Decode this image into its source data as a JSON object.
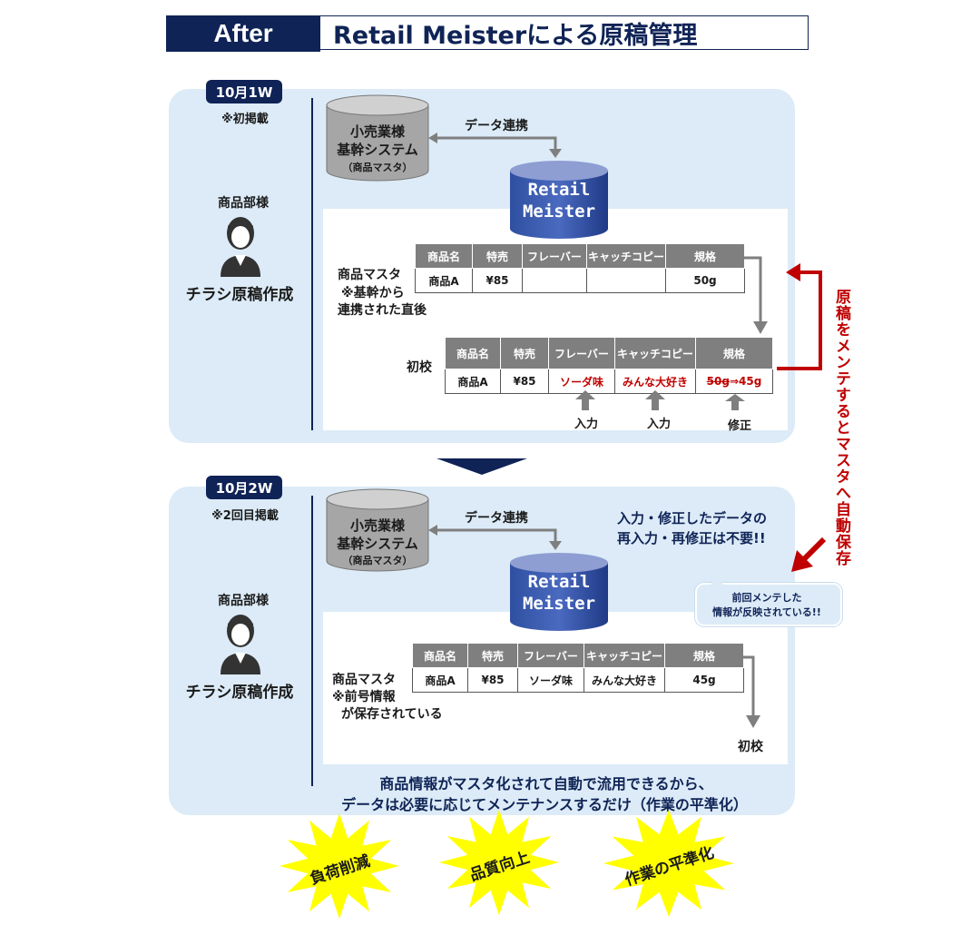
{
  "header": {
    "after": "After",
    "title": "Retail Meisterによる原稿管理"
  },
  "colors": {
    "navy": "#0f2356",
    "panel": "#dcebf7",
    "red": "#c00000",
    "gray": "#7f7f7f",
    "star": "#ffff00"
  },
  "logo": {
    "line1": "Retail",
    "line2": "Meister"
  },
  "columns": [
    "商品名",
    "特売",
    "フレーバー",
    "キャッチコピー",
    "規格"
  ],
  "week1": {
    "badge": "10月1W",
    "note": "※初掲載",
    "dept": "商品部様",
    "task": "チラシ原稿作成",
    "legacy": {
      "line1": "小売業様",
      "line2": "基幹システム",
      "line3": "（商品マスタ）"
    },
    "sync": "データ連携",
    "master_label": [
      "商品マスタ",
      "※基幹から",
      "連携された直後"
    ],
    "master_row": [
      "商品A",
      "¥85",
      "",
      "",
      "50g"
    ],
    "proof_label": "初校",
    "proof_row": [
      "商品A",
      "¥85",
      "ソーダ味",
      "みんな大好き",
      "50g",
      "⇒45g"
    ],
    "actions": [
      "入力",
      "入力",
      "修正"
    ]
  },
  "week2": {
    "badge": "10月2W",
    "note": "※2回目掲載",
    "dept": "商品部様",
    "task": "チラシ原稿作成",
    "legacy": {
      "line1": "小売業様",
      "line2": "基幹システム",
      "line3": "（商品マスタ）"
    },
    "sync": "データ連携",
    "callout": [
      "入力・修正したデータの",
      "再入力・再修正は不要!!"
    ],
    "bubble": [
      "前回メンテした",
      "情報が反映されている!!"
    ],
    "master_label": [
      "商品マスタ",
      "※前号情報",
      "が保存されている"
    ],
    "master_row": [
      "商品A",
      "¥85",
      "ソーダ味",
      "みんな大好き",
      "45g"
    ],
    "proof_label": "初校",
    "summary": [
      "商品情報がマスタ化されて自動で流用できるから、",
      "データは必要に応じてメンテナンスするだけ（作業の平準化）"
    ]
  },
  "side_note": "原稿をメンテするとマスタへ自動保存",
  "merits": [
    "負荷削減",
    "品質向上",
    "作業の平準化"
  ]
}
